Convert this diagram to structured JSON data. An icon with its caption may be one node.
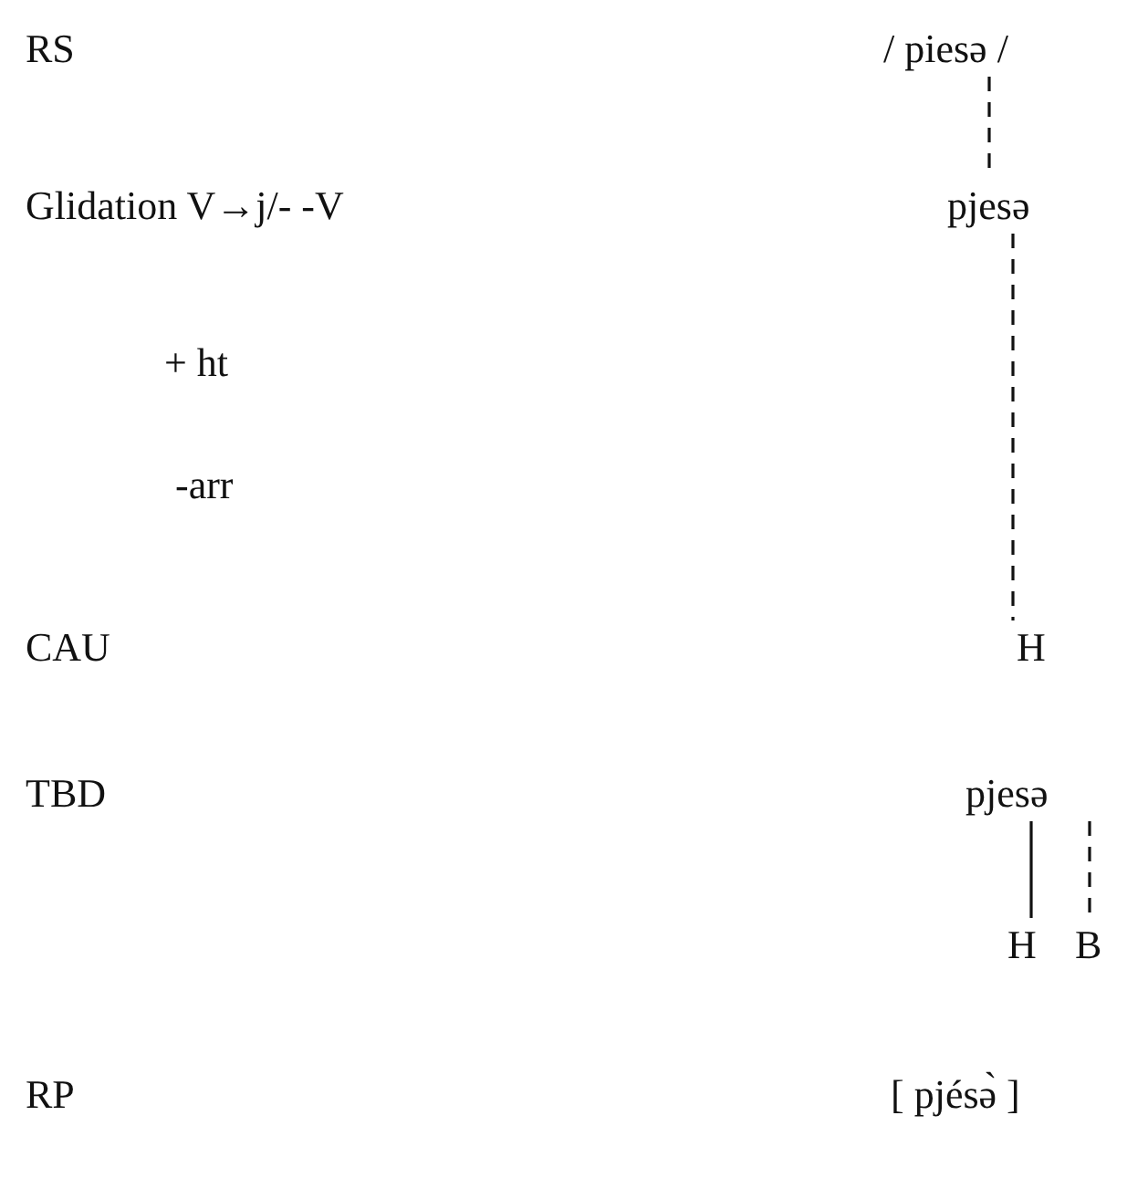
{
  "diagram": {
    "nodes": [
      {
        "text": [
          "/ piesə /"
        ]
      },
      {
        "text": [
          "pjesə"
        ]
      },
      {
        "text": [
          "H"
        ]
      },
      {
        "text": [
          "pjesə"
        ]
      },
      {
        "text": [
          "H"
        ]
      },
      {
        "text": [
          "B"
        ]
      },
      {
        "text": [
          "[ pjésə̀ ]"
        ]
      }
    ],
    "edges": [
      {
        "from": 0,
        "to": 1,
        "arrow": "none",
        "style": "dashed"
      },
      {
        "from": 1,
        "to": 2,
        "arrow": "none",
        "style": "dashed"
      },
      {
        "from": 3,
        "to": 4,
        "arrow": "none"
      },
      {
        "from": 3,
        "to": 5,
        "arrow": "none",
        "style": "dashed"
      }
    ],
    "labels": [
      "RS",
      "Glidation V→j/- -V",
      "+ ht",
      "-arr",
      "CAU",
      "TBD",
      "RP"
    ]
  }
}
